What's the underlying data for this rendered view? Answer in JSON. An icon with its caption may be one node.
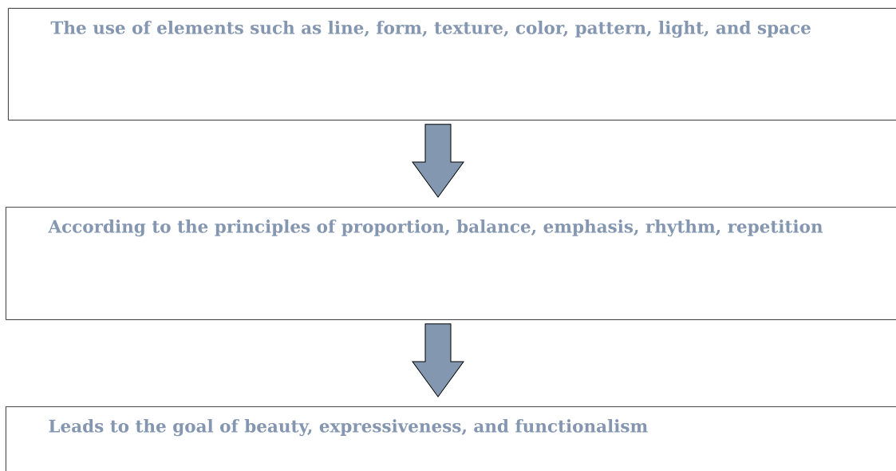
{
  "diagram": {
    "nodes": [
      {
        "text": [
          "The use of elements such as line, form, texture, color, pattern, light, and space"
        ]
      },
      {
        "text": [
          "According to the principles of proportion, balance, emphasis, rhythm, repetition"
        ]
      },
      {
        "text": [
          "Leads to the goal of beauty, expressiveness, and functionalism"
        ]
      }
    ],
    "edges": [
      {
        "from": 0,
        "to": 1,
        "arrow": "to"
      },
      {
        "from": 1,
        "to": 2,
        "arrow": "to"
      }
    ]
  }
}
